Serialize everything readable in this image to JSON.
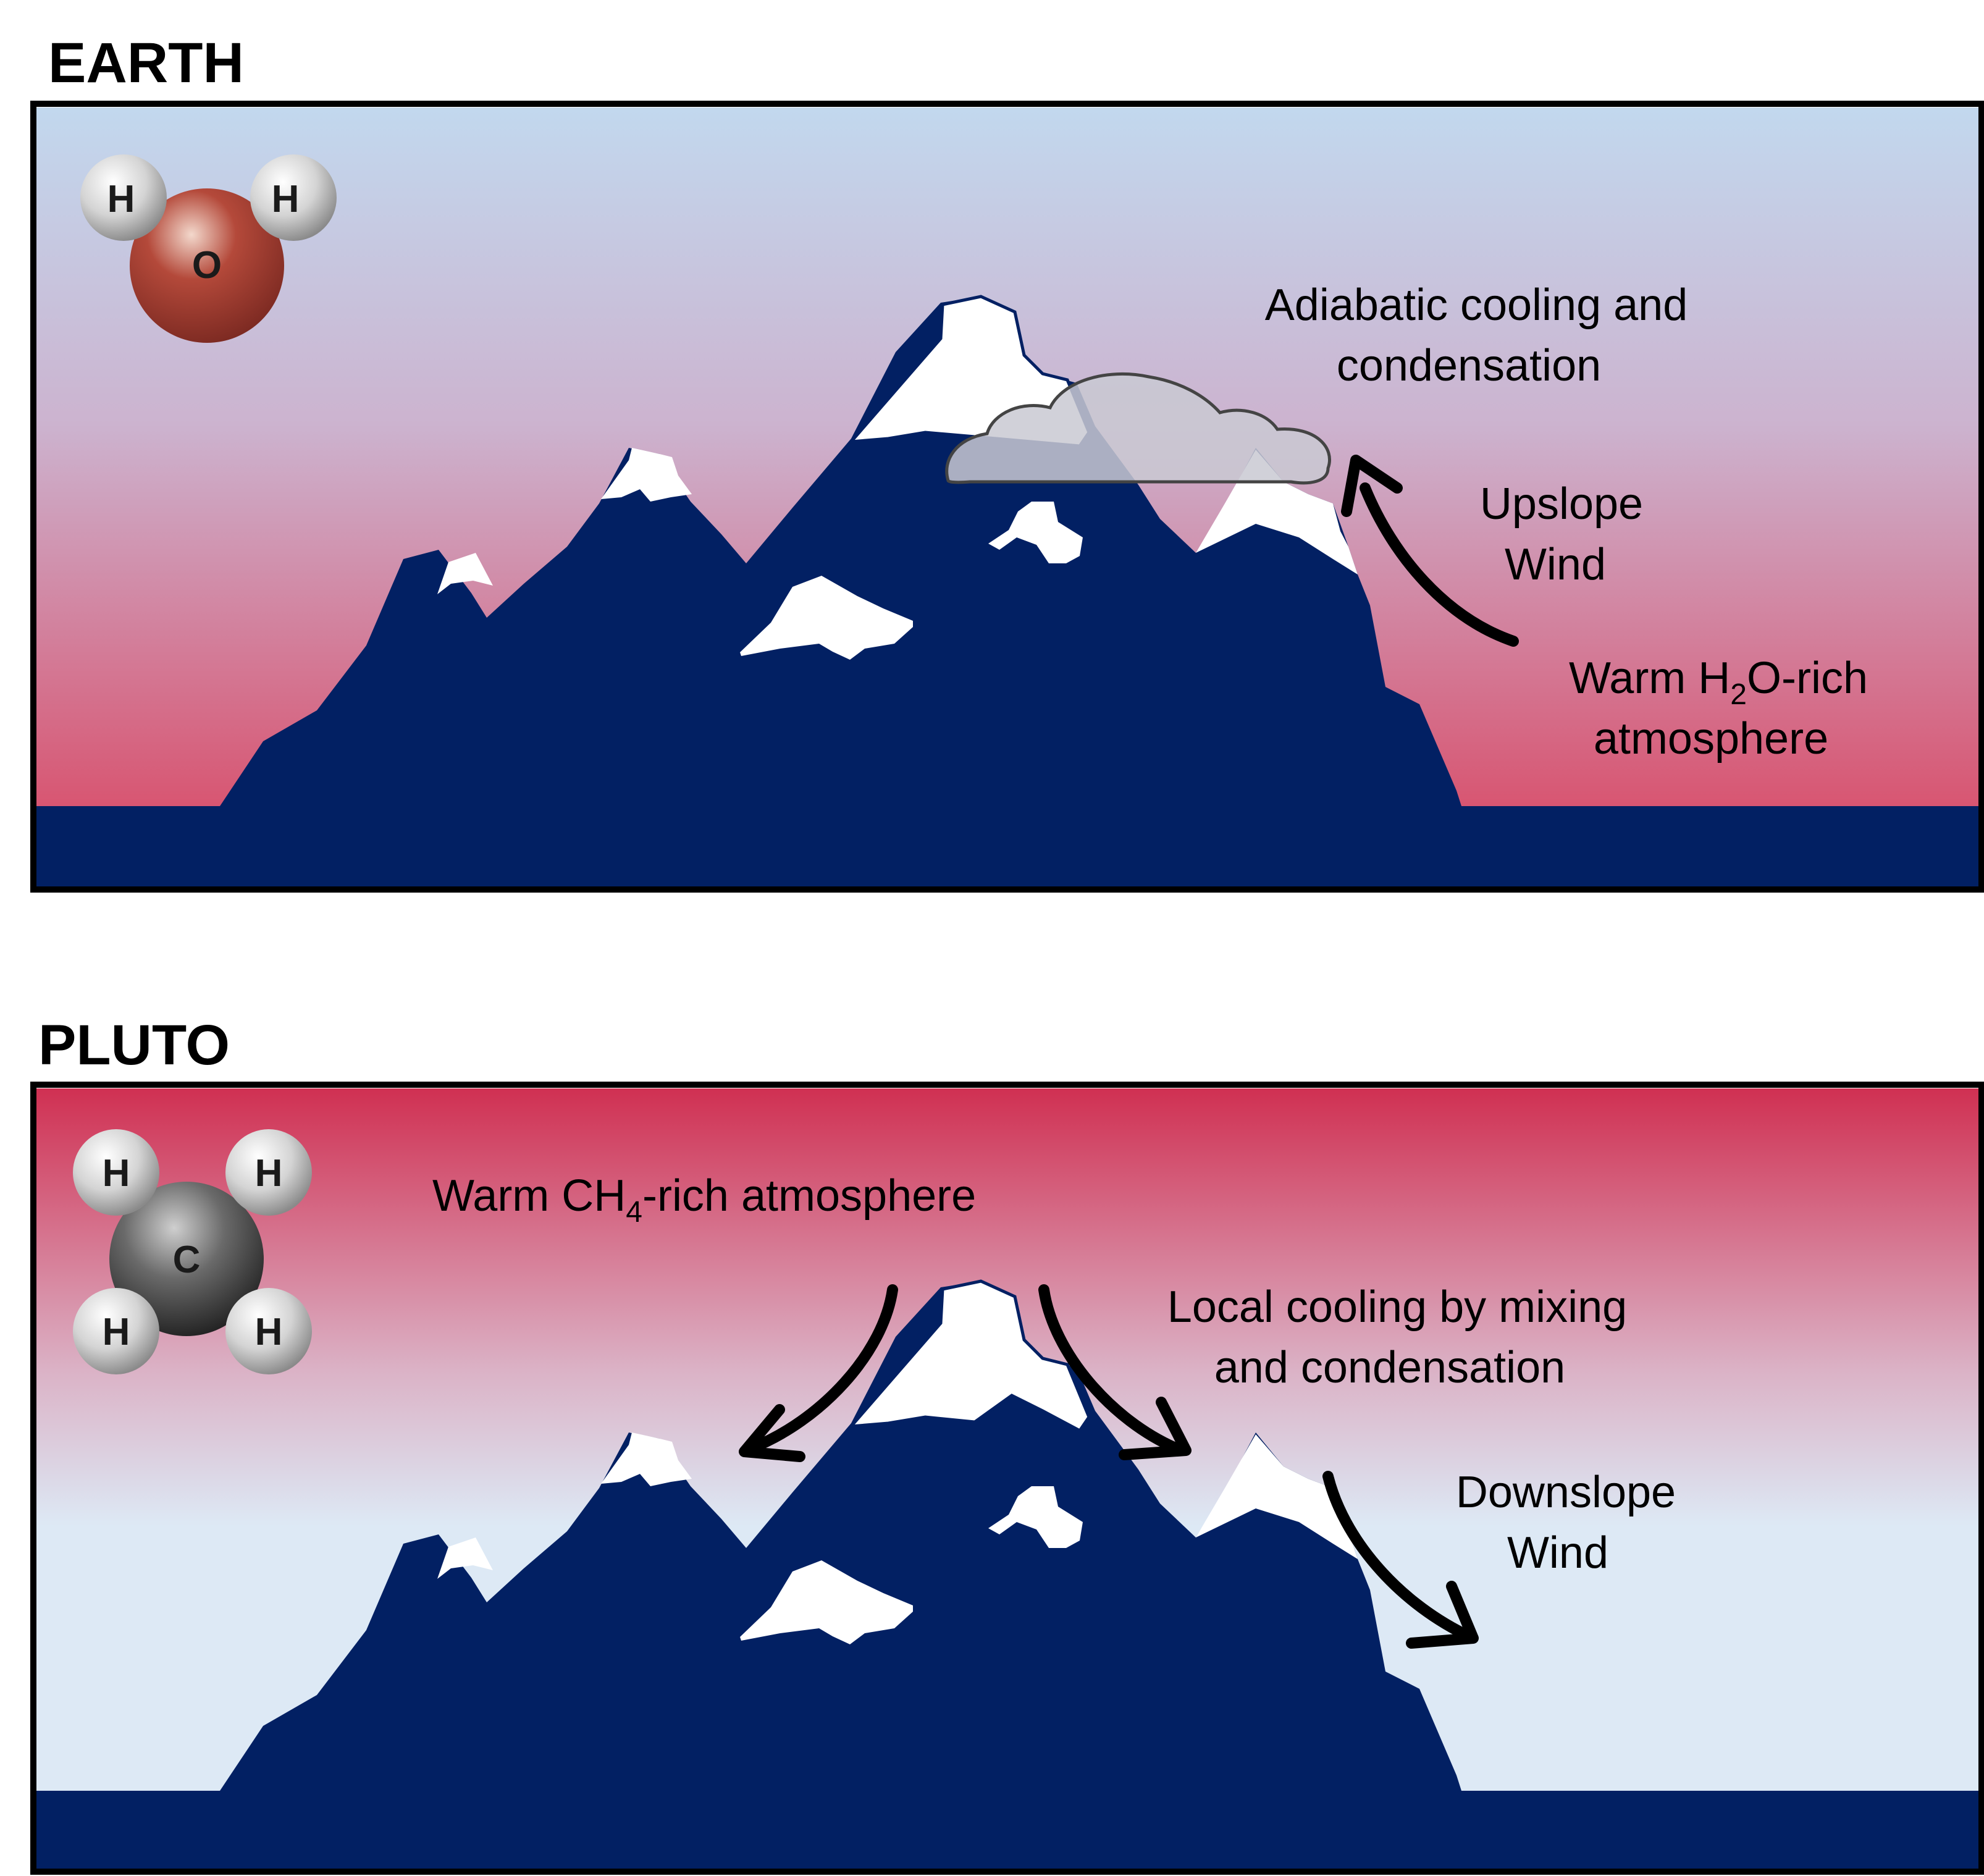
{
  "earth": {
    "title": "EARTH",
    "molecule": {
      "center": "O",
      "h1": "H",
      "h2": "H"
    },
    "labels": {
      "adiabatic_line1": "Adiabatic cooling and",
      "adiabatic_line2": "condensation",
      "upslope_line1": "Upslope",
      "upslope_line2": "Wind",
      "warm_pre": "Warm H",
      "warm_sub": "2",
      "warm_post": "O-rich",
      "warm_line2": "atmosphere"
    },
    "colors": {
      "sky_top": "#c2d8ee",
      "sky_mid": "#ccb3cf",
      "sky_bottom": "#d85470"
    }
  },
  "pluto": {
    "title": "PLUTO",
    "molecule": {
      "center": "C",
      "h1": "H",
      "h2": "H",
      "h3": "H",
      "h4": "H"
    },
    "labels": {
      "warm_pre": "Warm CH",
      "warm_sub": "4",
      "warm_post": "-rich atmosphere",
      "local_line1": "Local cooling by mixing",
      "local_line2": "and condensation",
      "downslope_line1": "Downslope",
      "downslope_line2": "Wind"
    },
    "colors": {
      "sky_top": "#d03052",
      "sky_mid": "#dbb2c6",
      "sky_bottom": "#dde9f5"
    }
  },
  "colors": {
    "mountain": "#022063",
    "snow": "#ffffff",
    "frame": "#000000"
  }
}
